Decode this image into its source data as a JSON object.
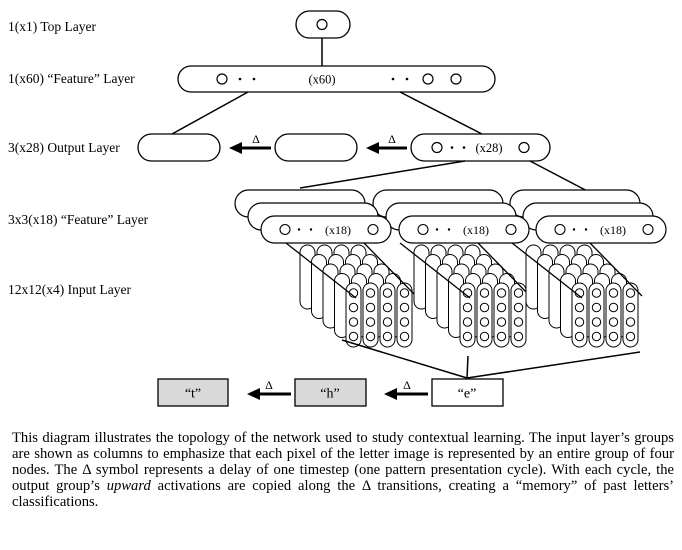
{
  "layers": {
    "top": "1(x1) Top Layer",
    "feature_top": "1(x60) “Feature” Layer",
    "output": "3(x28) Output Layer",
    "feature_mid": "3x3(x18) “Feature” Layer",
    "input": "12x12(x4) Input Layer"
  },
  "group_labels": {
    "feature_top": "(x60)",
    "output": "(x28)",
    "feature_mid": "(x18)"
  },
  "delta_symbol": "Δ",
  "letters": [
    "“t”",
    "“h”",
    "“e”"
  ],
  "caption": {
    "part1": "This diagram illustrates the topology of the network used to study contextual learning.  The input layer’s groups are shown as columns to emphasize that each pixel of the letter image is represented by an entire group of four nodes.  The Δ symbol represents a delay of one timestep (one pattern presentation cycle).  With each cycle, the output group’s ",
    "emphasis": "upward",
    "part2": " activations are copied along the Δ transitions, creating a “memory” of past letters’ classifications."
  }
}
